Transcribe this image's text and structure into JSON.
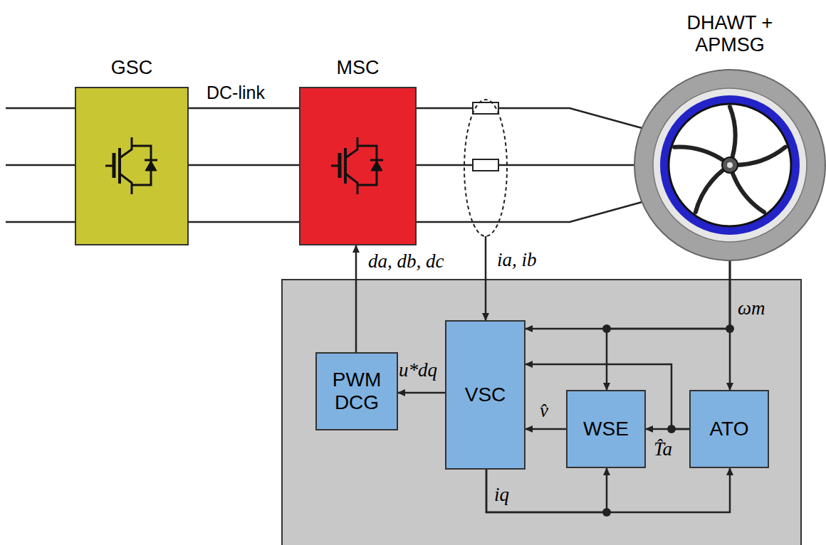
{
  "diagram": {
    "nodes": [
      {
        "text": [
          "GSC"
        ]
      },
      {
        "text": [
          "MSC"
        ]
      },
      {
        "text": [
          "DHAWT + APMSG"
        ]
      },
      {
        "text": [
          "PWM DCG"
        ]
      },
      {
        "text": [
          "VSC"
        ]
      },
      {
        "text": [
          "WSE"
        ]
      },
      {
        "text": [
          "ATO"
        ]
      }
    ],
    "edges": [
      {
        "from": 0,
        "to": 1,
        "arrow": "none",
        "label": "DC-link"
      },
      {
        "from": 0,
        "to": 1,
        "arrow": "none"
      },
      {
        "from": 0,
        "to": 1,
        "arrow": "none"
      },
      {
        "from": 1,
        "to": 2,
        "arrow": "none"
      },
      {
        "from": 1,
        "to": 2,
        "arrow": "none"
      },
      {
        "from": 1,
        "to": 2,
        "arrow": "none"
      },
      {
        "from": 3,
        "to": 1,
        "arrow": "to",
        "label": "da, db, dc"
      },
      {
        "from": 2,
        "to": 4,
        "arrow": "to",
        "label": "ωm"
      },
      {
        "from": 2,
        "to": 5,
        "arrow": "to"
      },
      {
        "from": 2,
        "to": 6,
        "arrow": "to"
      },
      {
        "from": 6,
        "to": 5,
        "arrow": "to",
        "label": "T̂a"
      },
      {
        "from": 6,
        "to": 4,
        "arrow": "to"
      },
      {
        "from": 5,
        "to": 4,
        "arrow": "to",
        "label": "v̂"
      },
      {
        "from": 4,
        "to": 3,
        "arrow": "to",
        "label": "u*dq"
      },
      {
        "from": 4,
        "to": 5,
        "arrow": "to",
        "label": "iq"
      },
      {
        "from": 4,
        "to": 6,
        "arrow": "to"
      }
    ],
    "labels": [
      "ia, ib"
    ]
  }
}
